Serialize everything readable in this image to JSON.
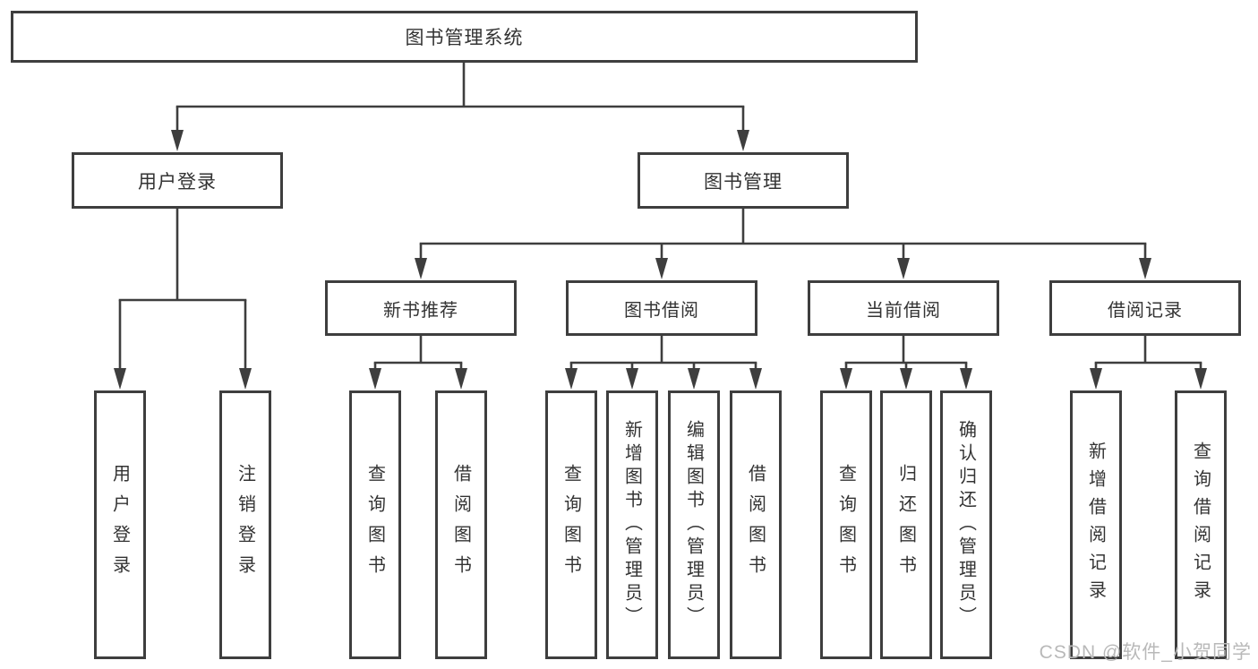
{
  "title": {
    "label": "图书管理系统"
  },
  "branches": {
    "user_login": {
      "label": "用户登录",
      "children": [
        {
          "label": "用户登录"
        },
        {
          "label": "注销登录"
        }
      ]
    },
    "book_mgmt": {
      "label": "图书管理",
      "children": [
        {
          "label": "新书推荐",
          "children": [
            {
              "label": "查询图书"
            },
            {
              "label": "借阅图书"
            }
          ]
        },
        {
          "label": "图书借阅",
          "children": [
            {
              "label": "查询图书"
            },
            {
              "label": "新增图书（管理员）"
            },
            {
              "label": "编辑图书（管理员）"
            },
            {
              "label": "借阅图书"
            }
          ]
        },
        {
          "label": "当前借阅",
          "children": [
            {
              "label": "查询图书"
            },
            {
              "label": "归还图书"
            },
            {
              "label": "确认归还（管理员）"
            }
          ]
        },
        {
          "label": "借阅记录",
          "children": [
            {
              "label": "新增借阅记录"
            },
            {
              "label": "查询借阅记录"
            }
          ]
        }
      ]
    }
  },
  "watermark": {
    "text": "CSDN @软件_小贺同学"
  },
  "colors": {
    "line": "#3e3e3e",
    "box_border": "#3e3e3e",
    "box_background": "#ffffff",
    "text": "#333333",
    "watermark": "#b9b9b9"
  }
}
